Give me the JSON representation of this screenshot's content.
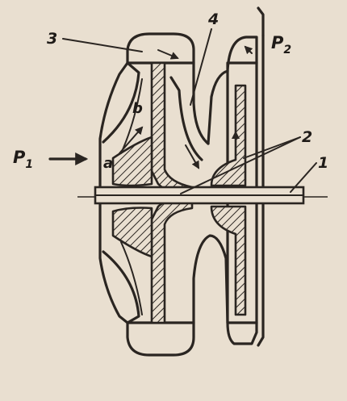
{
  "labels": {
    "p1_main": "P",
    "p1_sub": "1",
    "p2_main": "P",
    "p2_sub": "2",
    "n1": "1",
    "n2": "2",
    "n3": "3",
    "n4": "4",
    "a": "a",
    "b": "b"
  },
  "colors": {
    "paper": "#e9dfd0",
    "ink": "#2a2521"
  }
}
